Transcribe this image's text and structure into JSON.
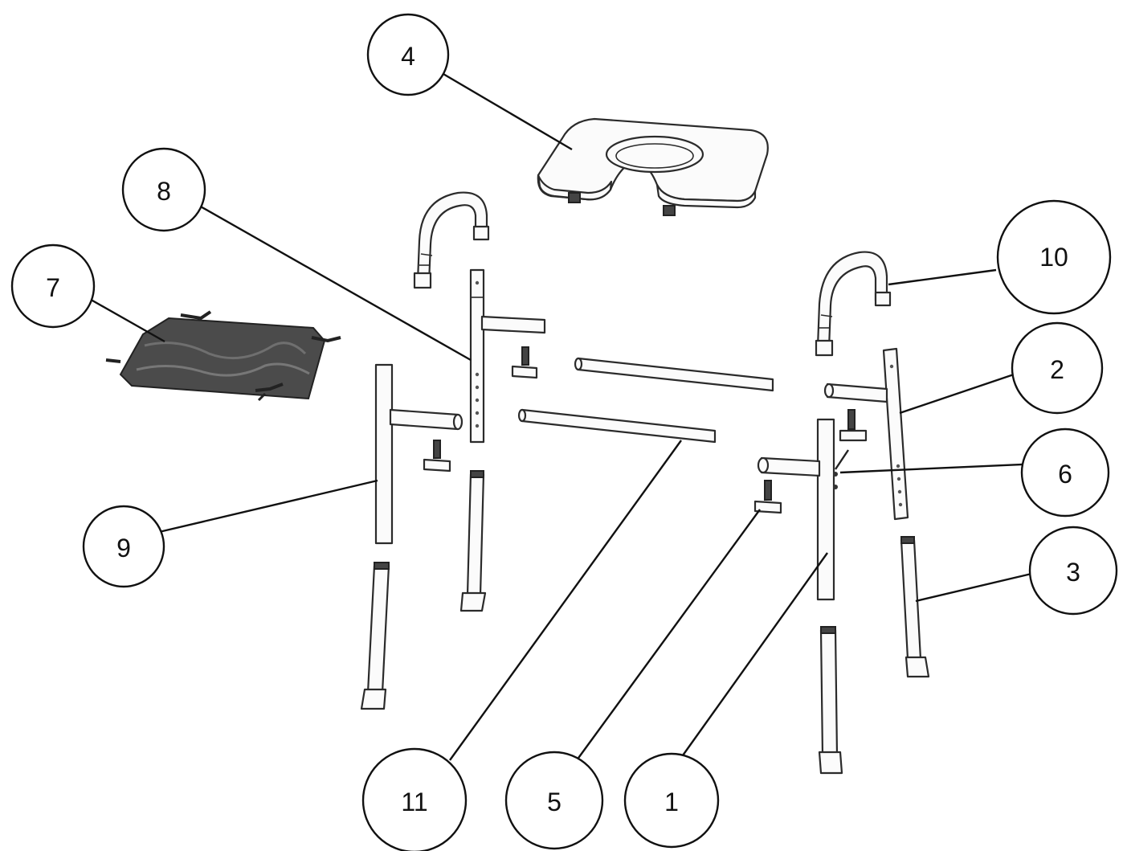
{
  "callouts": [
    {
      "id": "c1",
      "label": "1"
    },
    {
      "id": "c2",
      "label": "2"
    },
    {
      "id": "c3",
      "label": "3"
    },
    {
      "id": "c4",
      "label": "4"
    },
    {
      "id": "c5",
      "label": "5"
    },
    {
      "id": "c6",
      "label": "6"
    },
    {
      "id": "c7",
      "label": "7"
    },
    {
      "id": "c8",
      "label": "8"
    },
    {
      "id": "c9",
      "label": "9"
    },
    {
      "id": "c10",
      "label": "10"
    },
    {
      "id": "c11",
      "label": "11"
    }
  ],
  "colors": {
    "line": "#111111",
    "part_fill": "#fbfbfb",
    "seat_sling": "#4a4a4a"
  }
}
